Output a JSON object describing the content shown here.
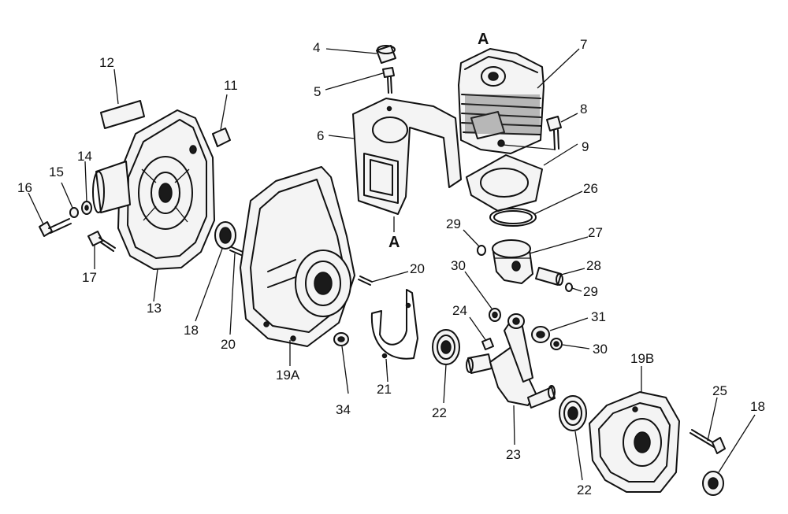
{
  "diagram": {
    "section_letters": [
      "A",
      "A"
    ],
    "callouts": {
      "p4": "4",
      "p5": "5",
      "p6": "6",
      "p7": "7",
      "p8": "8",
      "p9": "9",
      "p11": "11",
      "p12": "12",
      "p13": "13",
      "p14": "14",
      "p15": "15",
      "p16": "16",
      "p17": "17",
      "p18a": "18",
      "p18b": "18",
      "p19a": "19A",
      "p19b": "19B",
      "p20a": "20",
      "p20b": "20",
      "p21": "21",
      "p22a": "22",
      "p22b": "22",
      "p23": "23",
      "p24": "24",
      "p25": "25",
      "p26": "26",
      "p27": "27",
      "p28": "28",
      "p29a": "29",
      "p29b": "29",
      "p30a": "30",
      "p30b": "30",
      "p31": "31",
      "p34": "34"
    }
  }
}
